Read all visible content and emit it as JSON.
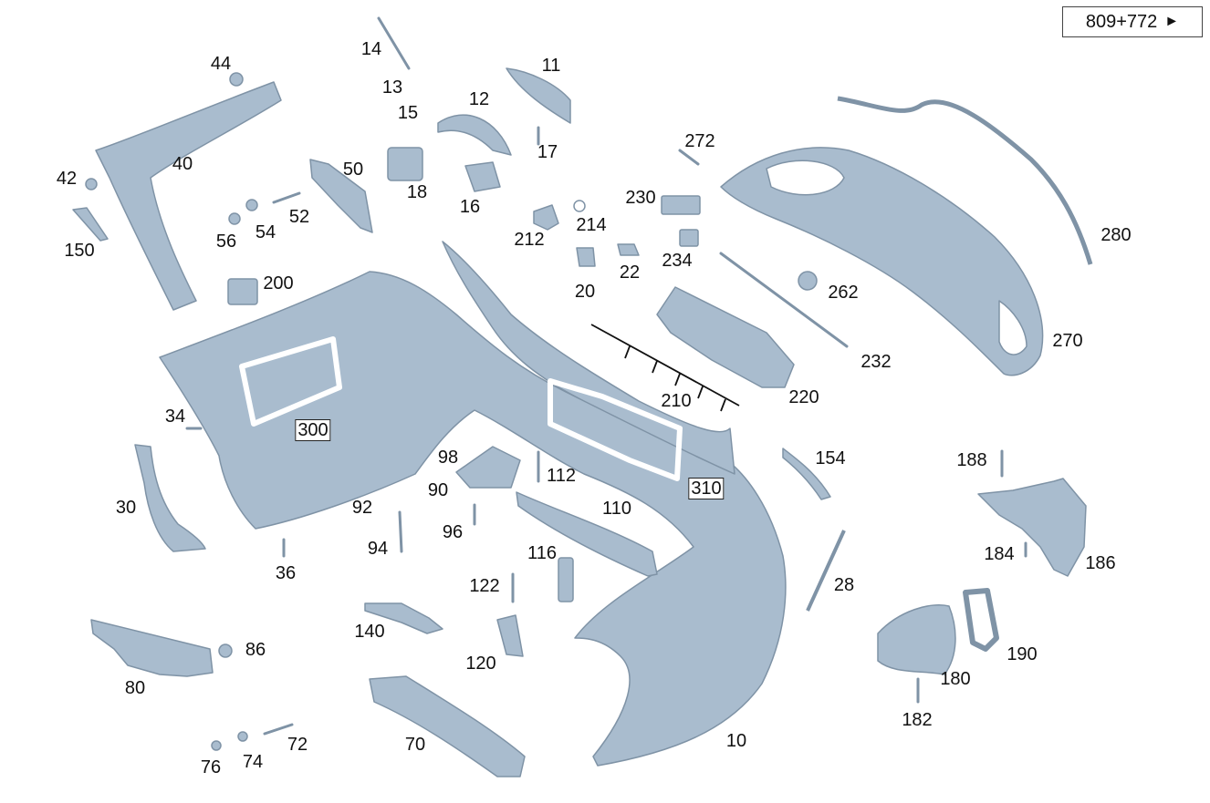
{
  "reference": {
    "text": "809+772",
    "arrow_icon": "arrow-right-icon"
  },
  "colors": {
    "part_fill": "#a9bcce",
    "part_stroke": "#7f93a6",
    "text": "#111111"
  },
  "callouts": [
    {
      "id": "10"
    },
    {
      "id": "11"
    },
    {
      "id": "12"
    },
    {
      "id": "13"
    },
    {
      "id": "14"
    },
    {
      "id": "15"
    },
    {
      "id": "16"
    },
    {
      "id": "17"
    },
    {
      "id": "18"
    },
    {
      "id": "20"
    },
    {
      "id": "22"
    },
    {
      "id": "28"
    },
    {
      "id": "30"
    },
    {
      "id": "34"
    },
    {
      "id": "36"
    },
    {
      "id": "40"
    },
    {
      "id": "42"
    },
    {
      "id": "44"
    },
    {
      "id": "50"
    },
    {
      "id": "52"
    },
    {
      "id": "54"
    },
    {
      "id": "56"
    },
    {
      "id": "70"
    },
    {
      "id": "72"
    },
    {
      "id": "74"
    },
    {
      "id": "76"
    },
    {
      "id": "80"
    },
    {
      "id": "86"
    },
    {
      "id": "90"
    },
    {
      "id": "92"
    },
    {
      "id": "94"
    },
    {
      "id": "96"
    },
    {
      "id": "98"
    },
    {
      "id": "110"
    },
    {
      "id": "112"
    },
    {
      "id": "116"
    },
    {
      "id": "120"
    },
    {
      "id": "122"
    },
    {
      "id": "140"
    },
    {
      "id": "150"
    },
    {
      "id": "154"
    },
    {
      "id": "180"
    },
    {
      "id": "182"
    },
    {
      "id": "184"
    },
    {
      "id": "186"
    },
    {
      "id": "188"
    },
    {
      "id": "190"
    },
    {
      "id": "200"
    },
    {
      "id": "210"
    },
    {
      "id": "212"
    },
    {
      "id": "214"
    },
    {
      "id": "220"
    },
    {
      "id": "230"
    },
    {
      "id": "232"
    },
    {
      "id": "234"
    },
    {
      "id": "262"
    },
    {
      "id": "270"
    },
    {
      "id": "272"
    },
    {
      "id": "280"
    },
    {
      "id": "300",
      "boxed": true
    },
    {
      "id": "310",
      "boxed": true
    }
  ]
}
